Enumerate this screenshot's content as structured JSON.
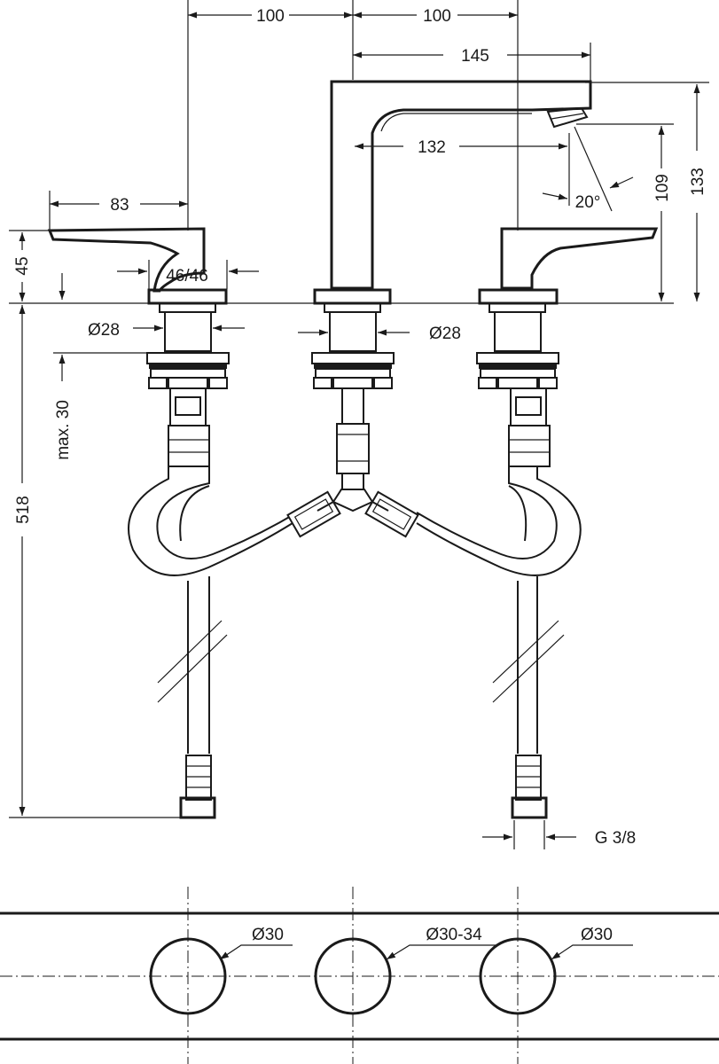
{
  "dimensions": {
    "spacing_left": "100",
    "spacing_right": "100",
    "spout_reach": "145",
    "spout_inner": "132",
    "handle_reach": "83",
    "handle_height": "45",
    "handle_rotation": "46/46",
    "shank_left": "Ø28",
    "shank_center": "Ø28",
    "spout_angle": "20°",
    "outlet_height": "109",
    "total_height": "133",
    "max_deck": "max. 30",
    "hose_length": "518",
    "connection": "G 3/8"
  },
  "deck": {
    "hole_left": "Ø30",
    "hole_center": "Ø30-34",
    "hole_right": "Ø30"
  }
}
